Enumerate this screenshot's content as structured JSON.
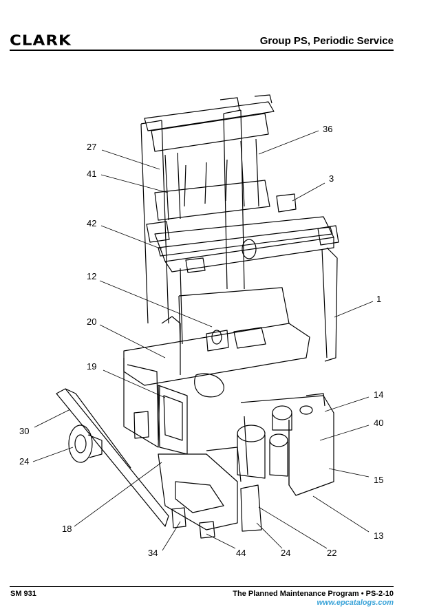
{
  "header": {
    "logo": "CLARK",
    "title": "Group PS, Periodic Service"
  },
  "figure": {
    "callouts": [
      "27",
      "36",
      "41",
      "3",
      "42",
      "12",
      "1",
      "20",
      "19",
      "14",
      "30",
      "40",
      "24",
      "15",
      "18",
      "13",
      "34",
      "44",
      "24",
      "22"
    ]
  },
  "footer": {
    "left": "SM 931",
    "right": "The Planned Maintenance Program • PS-2-10",
    "watermark": "www.epcatalogs.com"
  }
}
